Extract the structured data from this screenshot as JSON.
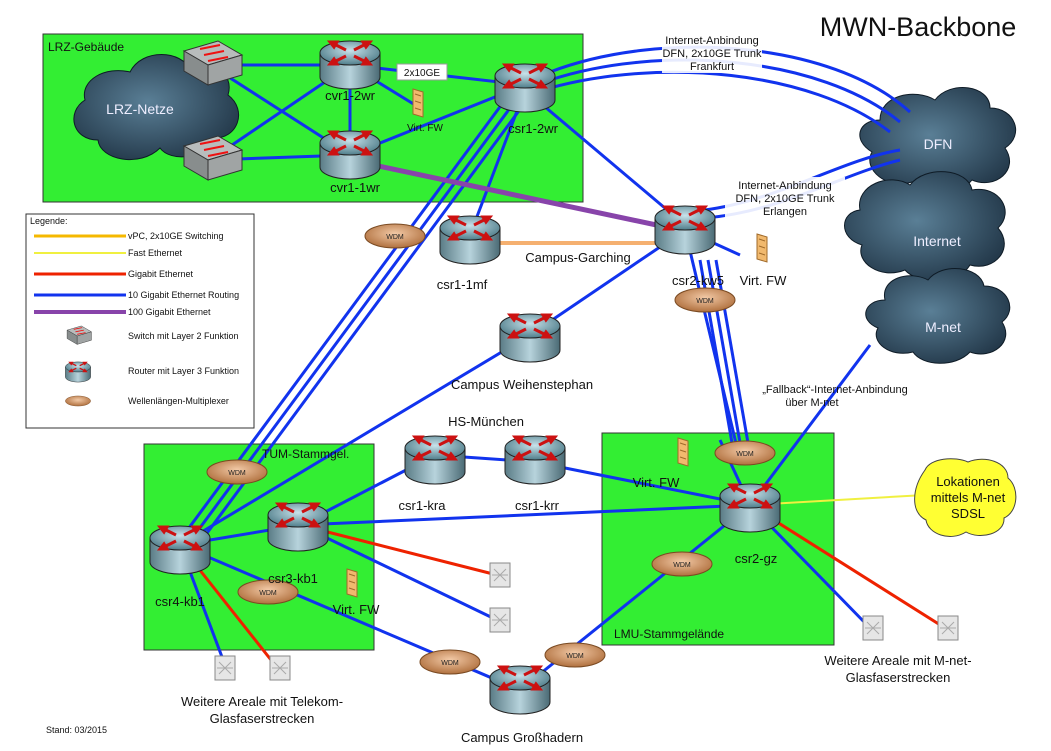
{
  "title": "MWN-Backbone",
  "stand": "Stand: 03/2015",
  "areas": {
    "lrz": "LRZ-Gebäude",
    "tum": "TUM-Stammgel.",
    "lmu": "LMU-Stammgelände"
  },
  "clouds": {
    "lrz_netze": "LRZ-Netze",
    "dfn": "DFN",
    "internet": "Internet",
    "mnet": "M-net"
  },
  "routers": {
    "cvr1_2wr": "cvr1-2wr",
    "cvr1_1wr": "cvr1-1wr",
    "csr1_2wr": "csr1-2wr",
    "csr1_1mf": "csr1-1mf",
    "csr2_kw5": "csr2-kw5",
    "weihenstephan": "Campus Weihenstephan",
    "csr1_kra": "csr1-kra",
    "csr1_krr": "csr1-krr",
    "csr2_gz": "csr2-gz",
    "csr3_kb1": "csr3-kb1",
    "csr4_kb1": "csr4-kb1",
    "grosshadern": "Campus Großhadern"
  },
  "labels": {
    "link_2x10ge": "2x10GE",
    "virt_fw": "Virt. FW",
    "campus_garching": "Campus-Garching",
    "hs_muenchen": "HS-München",
    "wdm": "WDM"
  },
  "annotations": {
    "inet_ffm": [
      "Internet-Anbindung",
      "DFN, 2x10GE Trunk",
      "Frankfurt"
    ],
    "inet_erl": [
      "Internet-Anbindung",
      "DFN, 2x10GE Trunk",
      "Erlangen"
    ],
    "fallback": [
      "„Fallback“-Internet-Anbindung",
      "über M-net"
    ],
    "sdsl": [
      "Lokationen",
      "mittels M-net",
      "SDSL"
    ],
    "telekom": [
      "Weitere Areale mit Telekom-",
      "Glasfaserstrecken"
    ],
    "mnet_glas": [
      "Weitere Areale mit M-net-",
      "Glasfaserstrecken"
    ]
  },
  "legend": {
    "title": "Legende:",
    "items": [
      {
        "label": "vPC, 2x10GE Switching",
        "color": "#f5b800"
      },
      {
        "label": "Fast Ethernet",
        "color": "#f0f040"
      },
      {
        "label": "Gigabit Ethernet",
        "color": "#ee2200"
      },
      {
        "label": "10 Gigabit Ethernet Routing",
        "color": "#1133ee"
      },
      {
        "label": "100 Gigabit Ethernet",
        "color": "#8844aa"
      },
      {
        "label": "Switch mit Layer 2 Funktion",
        "icon": "switch-icon"
      },
      {
        "label": "Router mit Layer 3 Funktion",
        "icon": "router-icon"
      },
      {
        "label": "Wellenlängen-Multiplexer",
        "icon": "wdm-icon"
      }
    ]
  },
  "colors": {
    "area_green": "#33ee33",
    "link_10g": "#1133ee",
    "link_1g": "#ee2200",
    "link_100g": "#8844aa",
    "link_vpc": "#f5b800",
    "link_fe": "#f0f040"
  }
}
